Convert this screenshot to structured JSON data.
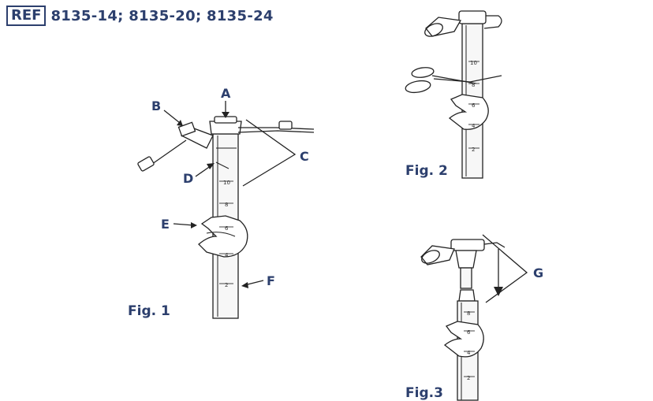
{
  "header": {
    "ref_symbol": "REF",
    "product_codes": "8135-14; 8135-20; 8135-24"
  },
  "figures": {
    "fig1": {
      "caption": "Fig. 1",
      "labels": {
        "a": "A",
        "b": "B",
        "c": "C",
        "d": "D",
        "e": "E",
        "f": "F"
      }
    },
    "fig2": {
      "caption": "Fig. 2"
    },
    "fig3": {
      "caption": "Fig.3",
      "labels": {
        "g": "G"
      }
    }
  },
  "tube_markings": {
    "fig1": [
      "10",
      "8",
      "6",
      "4",
      "2"
    ],
    "fig2": [
      "10",
      "8",
      "6",
      "4",
      "2"
    ],
    "fig3": [
      "8",
      "6",
      "4",
      "2"
    ]
  },
  "colors": {
    "label_blue": "#2c3f6d",
    "line_art": "#222222"
  }
}
